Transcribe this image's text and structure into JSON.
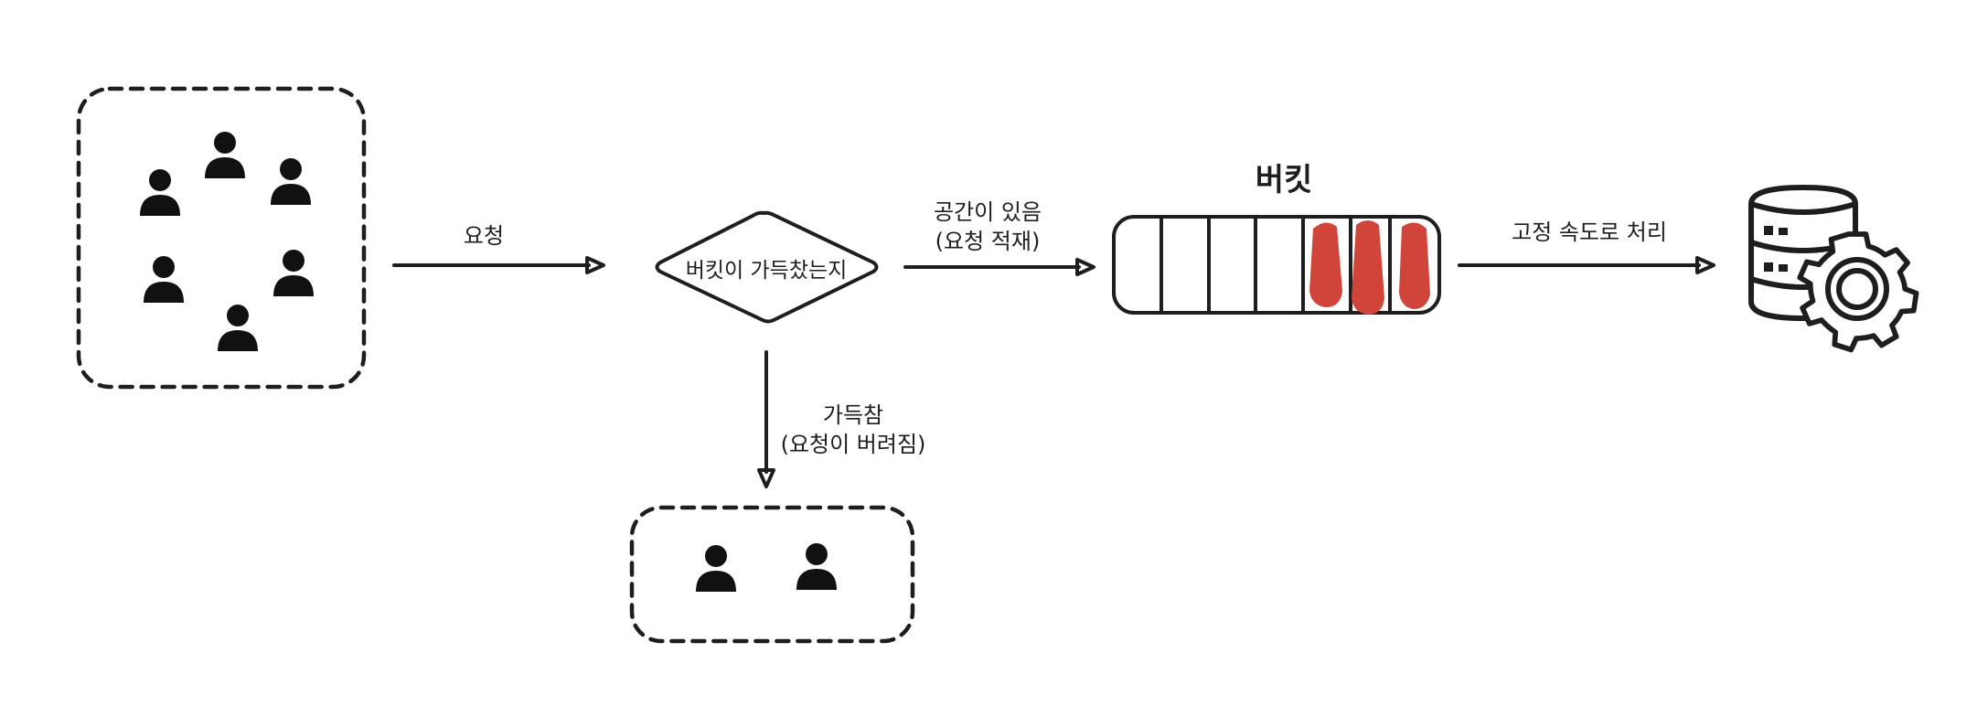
{
  "labels": {
    "request": "요청",
    "decision": "버킷이 가득찼는지",
    "space_available_line1": "공간이 있음",
    "space_available_line2": "(요청 적재)",
    "bucket_title": "버킷",
    "fixed_rate": "고정 속도로 처리",
    "full_line1": "가득참",
    "full_line2": "(요청이 버려짐)"
  },
  "icons": {
    "user": "user-icon",
    "server": "database-gear-icon"
  },
  "colors": {
    "ink": "#1e1e1e",
    "water": "#d0443a",
    "background": "#ffffff"
  },
  "bucket": {
    "slots": 7,
    "filled": 3
  }
}
